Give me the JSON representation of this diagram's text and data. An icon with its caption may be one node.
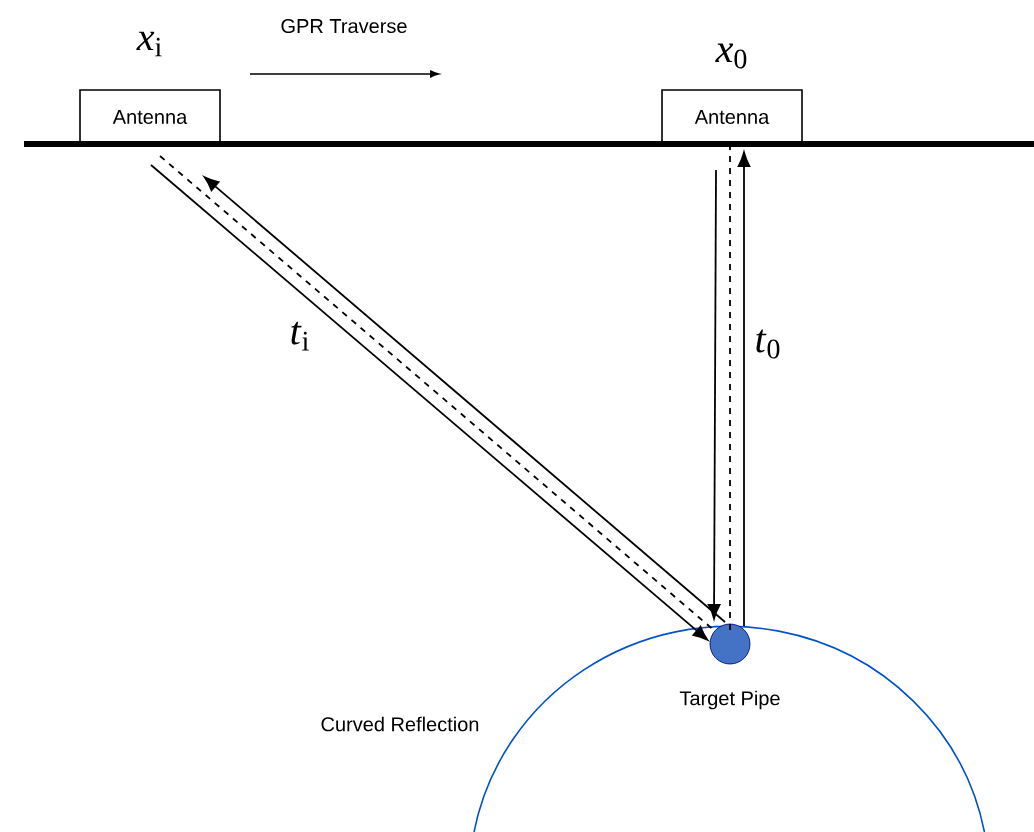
{
  "diagram": {
    "nodes": [
      {
        "text": [
          "Antenna"
        ],
        "beside": [
          "*x*$_{i}$"
        ]
      },
      {
        "text": [
          "Antenna"
        ],
        "beside": [
          "*x*$_{0}$"
        ]
      },
      {
        "text": [],
        "shape": "circle",
        "beside": [
          "Target Pipe"
        ]
      }
    ],
    "edges": [
      {
        "from": 0,
        "to": 2,
        "arrow": "to"
      },
      {
        "from": 2,
        "to": 0,
        "arrow": "to",
        "label": "*t*$_{i}$"
      },
      {
        "from": 0,
        "to": 2,
        "arrow": "none",
        "style": "dashed"
      },
      {
        "from": 1,
        "to": 2,
        "arrow": "to"
      },
      {
        "from": 2,
        "to": 1,
        "arrow": "to",
        "label": "*t*$_{0}$"
      },
      {
        "from": 1,
        "to": 2,
        "arrow": "none",
        "style": "dashed"
      }
    ],
    "labels": [
      "GPR Traverse",
      "Curved Reflection"
    ]
  }
}
